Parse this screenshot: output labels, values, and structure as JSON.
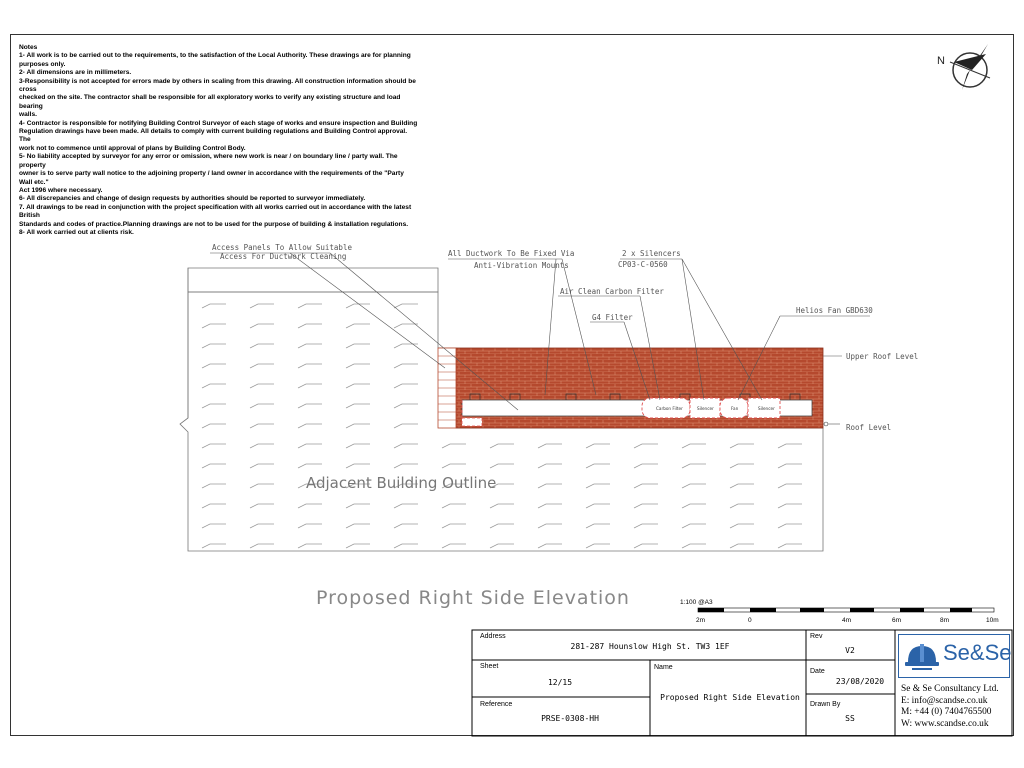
{
  "notes": {
    "heading": "Notes",
    "lines": [
      "1- All work is to be carried out to the requirements, to the satisfaction of the Local Authority. These drawings are for planning",
      "purposes only.",
      "2- All dimensions are in millimeters.",
      "3-Responsibility is not accepted for errors made by others in scaling from this drawing.  All construction information should be cross",
      "checked on the site. The contractor shall be responsible for  all exploratory works to verify any existing structure and load bearing",
      "walls.",
      "4- Contractor is responsible for notifying Building Control Surveyor of each stage of works and ensure inspection and Building",
      "Regulation drawings have been made. All details to comply with current building regulations and Building Control approval. The",
      "work not to commence until approval of plans by Building Control Body.",
      "5- No liability accepted by surveyor for any error or omission, where new work is near / on boundary line / party wall. The property",
      "owner is to serve party wall notice to the adjoining property / land owner in accordance with the requirements of the \"Party Wall etc.\"",
      "Act 1996 where necessary.",
      "6- All discrepancies and change of design requests by authorities  should be reported to surveyor immediately.",
      "7. All drawings to be read in conjunction with the project specification with all works carried out in accordance with the latest British",
      "Standards and codes of practice.Planning drawings are not to be used for the purpose of building & installation regulations.",
      "8- All work carried out at clients risk."
    ]
  },
  "compass": {
    "letter": "N"
  },
  "annotations": {
    "access_panels_1": "Access Panels To Allow Suitable",
    "access_panels_2": "Access For Ductwork Cleaning",
    "ductwork_1": "All Ductwork To Be Fixed Via",
    "ductwork_2": "Anti-Vibration Mounts",
    "silencers_1": "2 x Silencers",
    "silencers_2": "CP03-C-0560",
    "carbon_filter": "Air Clean Carbon Filter",
    "g4_filter": "G4 Filter",
    "fan": "Helios Fan GBD630",
    "upper_roof": "Upper Roof Level",
    "roof": "Roof Level",
    "adjacent": "Adjacent Building Outline",
    "comp_carbon": "Carbon Filter",
    "comp_silencer_1": "Silencer",
    "comp_fan": "Fan",
    "comp_silencer_2": "Silencer"
  },
  "drawing_title": "Proposed Right Side Elevation",
  "scale": {
    "label": "1:100 @A3",
    "ticks": [
      "2m",
      "0",
      "4m",
      "6m",
      "8m",
      "10m"
    ]
  },
  "title_block": {
    "address_label": "Address",
    "address": "281-287 Hounslow High St. TW3 1EF",
    "rev_label": "Rev",
    "rev": "V2",
    "sheet_label": "Sheet",
    "sheet": "12/15",
    "name_label": "Name",
    "name": "Proposed Right Side Elevation",
    "date_label": "Date",
    "date": "23/08/2020",
    "reference_label": "Reference",
    "reference": "PRSE-0308-HH",
    "drawn_by_label": "Drawn By",
    "drawn_by": "SS"
  },
  "company": {
    "logo_text": "Se&Se",
    "name": "Se & Se Consultancy Ltd.",
    "email": "E: info@scandse.co.uk",
    "mobile": "M: +44 (0) 7404765500",
    "web": "W: www.scandse.co.uk"
  },
  "colors": {
    "brick": "#b5492e",
    "mortar": "#d98a6c",
    "logo_blue": "#2b63a8",
    "dashed_red": "#e05050"
  }
}
